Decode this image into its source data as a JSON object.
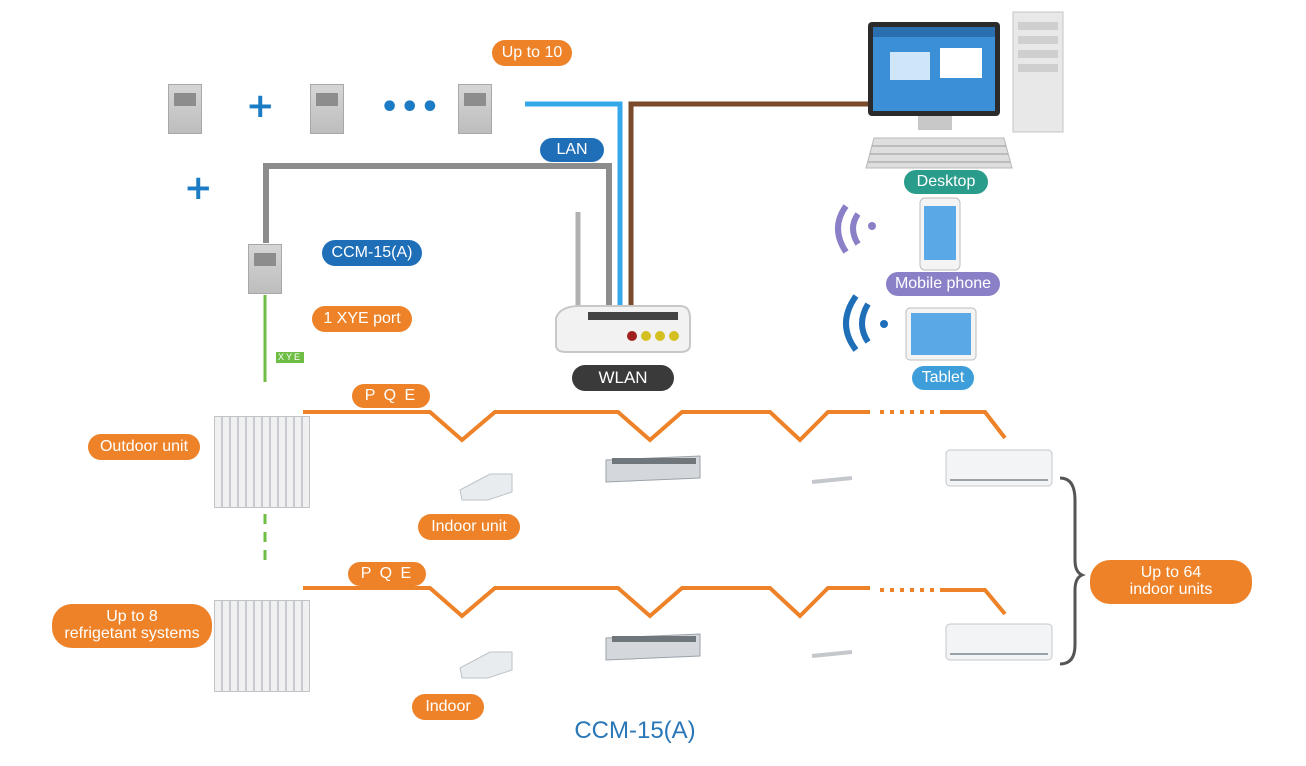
{
  "labels": {
    "up_to_10": "Up to 10",
    "lan": "LAN",
    "ccm_label": "CCM-15(A)",
    "xye_port": "1 XYE port",
    "xye_tag": "XYE",
    "wlan": "WLAN",
    "desktop": "Desktop",
    "mobile_phone": "Mobile phone",
    "tablet": "Tablet",
    "pqe_top": "P Q E",
    "pqe_bottom": "P Q E",
    "outdoor_unit": "Outdoor unit",
    "indoor_unit": "Indoor unit",
    "up_to_8_line1": "Up to 8",
    "up_to_8_line2": "refrigetant systems",
    "indoor": "Indoor",
    "up_to_64_line1": "Up to 64",
    "up_to_64_line2": "indoor units",
    "caption": "CCM-15(A)"
  },
  "symbols": {
    "plus": "+",
    "ellipsis": "•••"
  },
  "colors": {
    "orange": "#ee8228",
    "blue": "#1f6fb8",
    "lan_cable": "#34a8e8",
    "desktop_cable": "#7a4a2a",
    "gray_cable": "#8c8c8c",
    "xye_green": "#6ebd45"
  },
  "icons": [
    "controller-icon",
    "router-icon",
    "desktop-computer-icon",
    "mobile-phone-icon",
    "tablet-icon",
    "wifi-signal-icon",
    "outdoor-unit-icon",
    "indoor-unit-icon"
  ]
}
